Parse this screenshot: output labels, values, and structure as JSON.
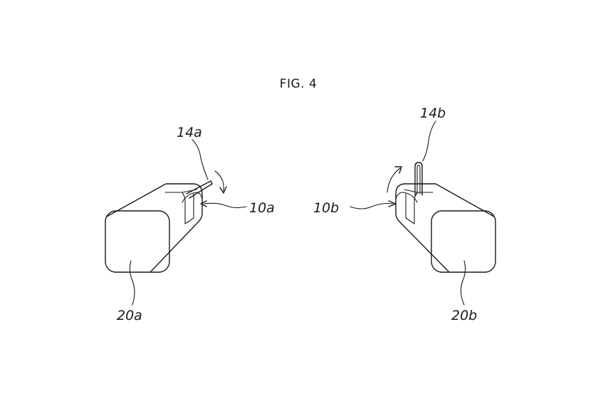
{
  "figure": {
    "title": "FIG. 4",
    "labels": {
      "lever_a": "14a",
      "latch_a": "10a",
      "body_a": "20a",
      "lever_b": "14b",
      "latch_b": "10b",
      "body_b": "20b"
    }
  }
}
